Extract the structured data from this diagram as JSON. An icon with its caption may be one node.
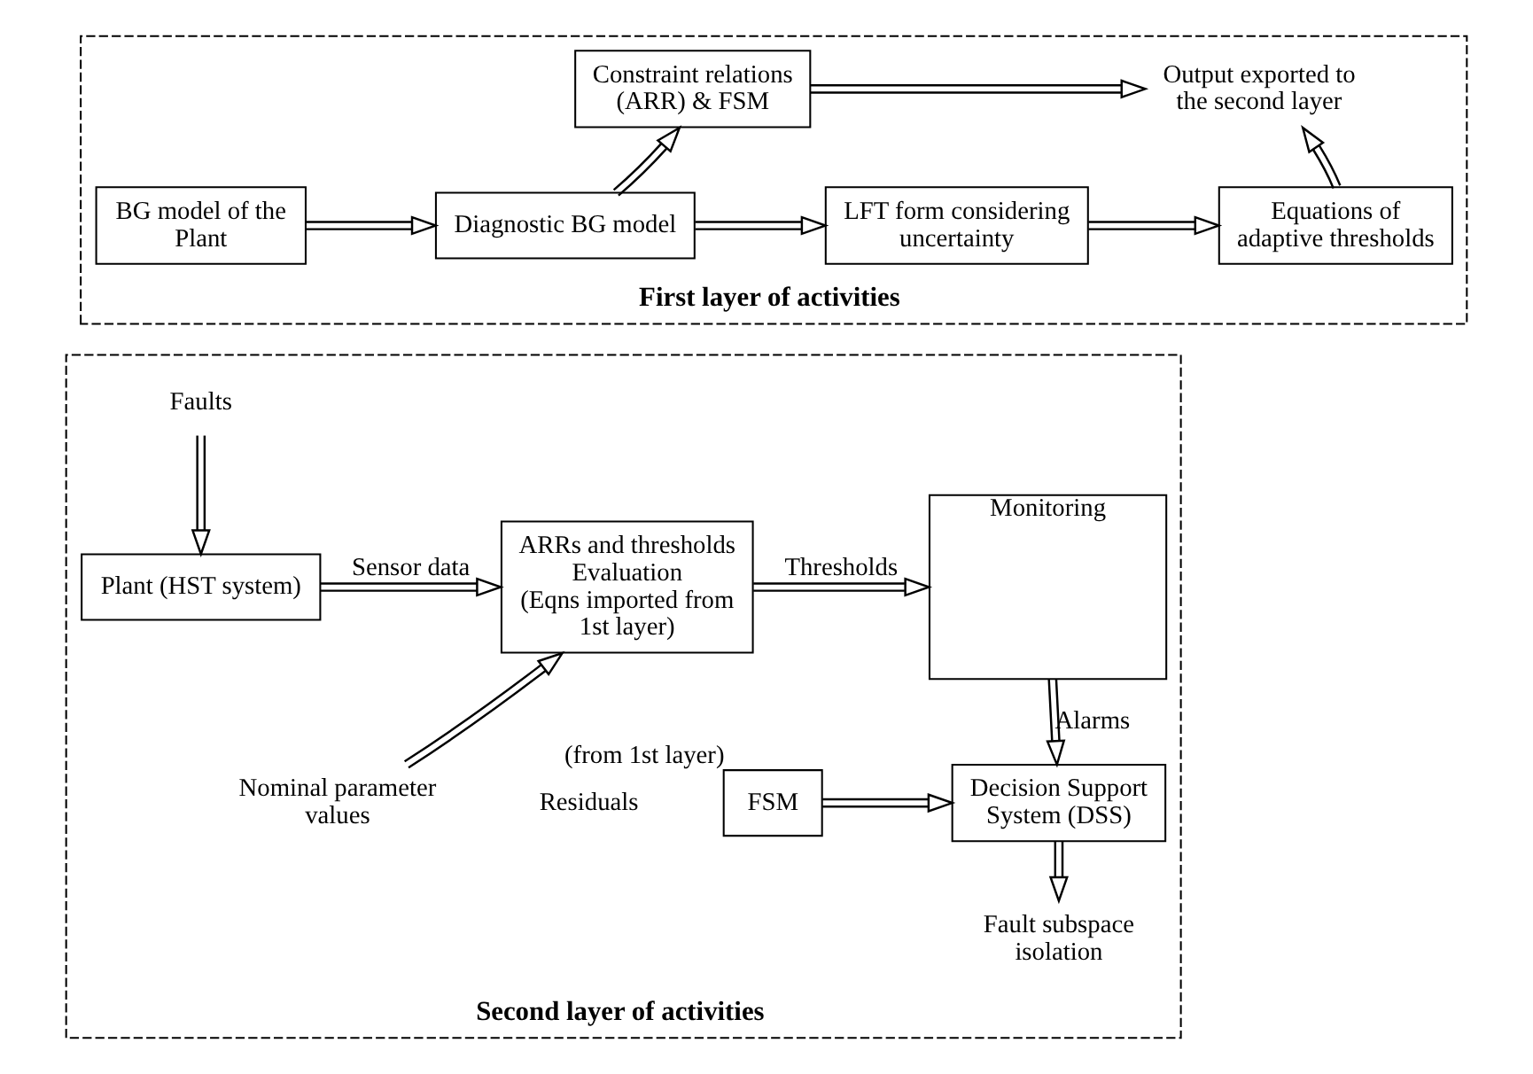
{
  "diagram": {
    "nodes": [
      {
        "text": [
          "First layer of activities"
        ]
      },
      {
        "text": [
          "BG model of the Plant"
        ],
        "in": 0
      },
      {
        "text": [
          "Diagnostic BG model"
        ],
        "in": 0
      },
      {
        "text": [
          "LFT form considering uncertainty"
        ],
        "in": 0
      },
      {
        "text": [
          "Equations of adaptive thresholds"
        ],
        "in": 0
      },
      {
        "text": [
          "Constraint relations (ARR) & FSM"
        ],
        "in": 0
      },
      {
        "text": [
          "Output exported to the second layer"
        ],
        "in": 0
      },
      {
        "text": [
          "Second layer of activities"
        ]
      },
      {
        "text": [
          "Faults"
        ],
        "in": 7
      },
      {
        "text": [
          "Plant (HST system)"
        ],
        "in": 7
      },
      {
        "text": [
          "ARRs and thresholds Evaluation",
          "(Eqns imported from 1st layer)"
        ],
        "in": 7
      },
      {
        "text": [
          "Nominal parameter values"
        ],
        "in": 7
      },
      {
        "text": [
          "Monitoring"
        ],
        "in": 7
      },
      {
        "text": [
          "FSM"
        ],
        "beside": [
          "(from 1st layer)"
        ],
        "in": 7
      },
      {
        "text": [
          "Decision Support System (DSS)"
        ],
        "in": 7
      },
      {
        "text": [
          "Fault subspace isolation"
        ],
        "in": 7
      }
    ],
    "edges": [
      {
        "from": 1,
        "to": 2,
        "arrow": "to"
      },
      {
        "from": 2,
        "to": 5,
        "arrow": "to"
      },
      {
        "from": 2,
        "to": 3,
        "arrow": "to"
      },
      {
        "from": 3,
        "to": 4,
        "arrow": "to"
      },
      {
        "from": 5,
        "to": 6,
        "arrow": "to"
      },
      {
        "from": 4,
        "to": 6,
        "arrow": "to"
      },
      {
        "from": 8,
        "to": 9,
        "arrow": "to"
      },
      {
        "from": 9,
        "to": 10,
        "arrow": "to",
        "label": "Sensor data"
      },
      {
        "from": 10,
        "to": 12,
        "arrow": "to",
        "label": "Thresholds"
      },
      {
        "from": 11,
        "to": 10,
        "arrow": "to"
      },
      {
        "from": 12,
        "to": 14,
        "arrow": "to",
        "label": "Alarms"
      },
      {
        "from": 13,
        "to": 14,
        "arrow": "to"
      },
      {
        "from": 14,
        "to": 15,
        "arrow": "to"
      }
    ],
    "labels": [
      "Residuals"
    ]
  }
}
